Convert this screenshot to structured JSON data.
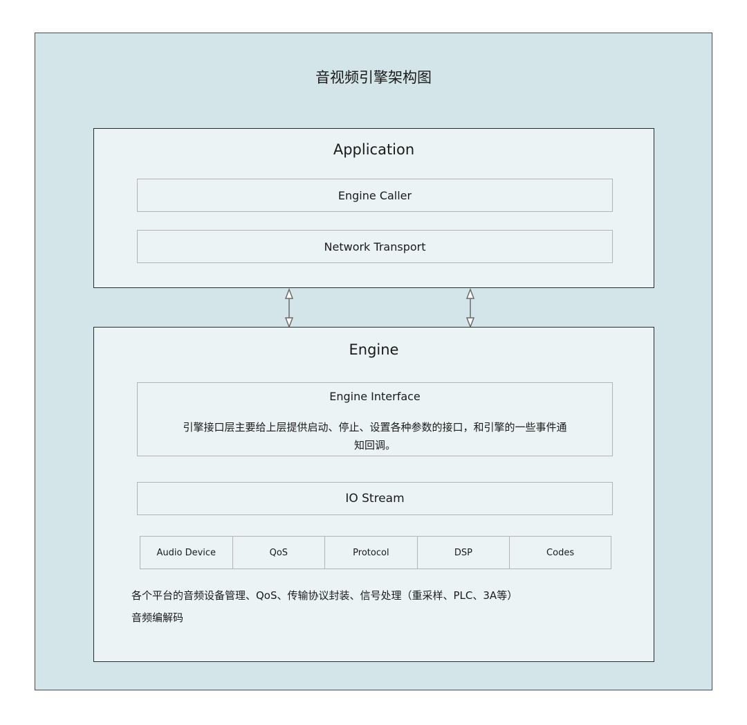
{
  "title": "音视频引擎架构图",
  "application": {
    "title": "Application",
    "layers": [
      "Engine Caller",
      "Network Transport"
    ]
  },
  "engine": {
    "title": "Engine",
    "interface": {
      "title": "Engine Interface",
      "description_line1": "引擎接口层主要给上层提供启动、停止、设置各种参数的接口，和引擎的一些事件通",
      "description_line2": "知回调。"
    },
    "io_stream": "IO Stream",
    "modules": [
      "Audio Device",
      "QoS",
      "Protocol",
      "DSP",
      "Codes"
    ],
    "bottom_description_line1": "各个平台的音频设备管理、QoS、传输协议封装、信号处理（重采样、PLC、3A等）",
    "bottom_description_line2": "音频编解码"
  }
}
